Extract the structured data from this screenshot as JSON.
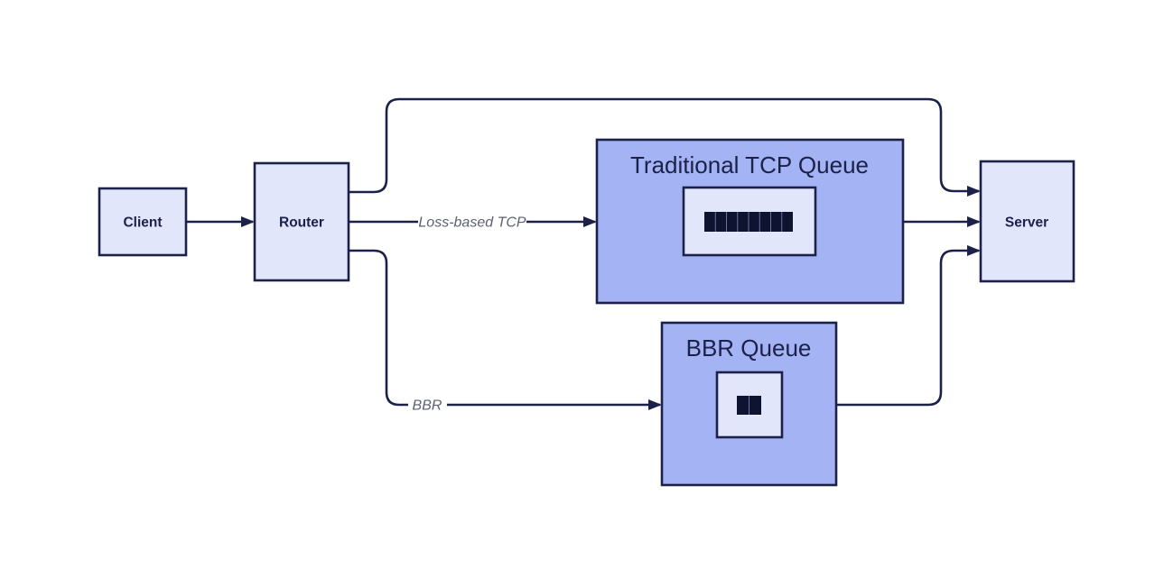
{
  "diagram": {
    "colors": {
      "background": "#ffffff",
      "line": "#1b2149",
      "node_fill": "#e2e6fa",
      "queue_fill": "#a3b3f3",
      "cell_fill": "#0e1330",
      "cell_divider": "#6a72a0",
      "edge_label": "#5d6070"
    },
    "nodes": {
      "client": {
        "label": "Client"
      },
      "router": {
        "label": "Router"
      },
      "server": {
        "label": "Server"
      },
      "traditional_queue": {
        "title": "Traditional TCP Queue",
        "packet_cells": 8
      },
      "bbr_queue": {
        "title": "BBR Queue",
        "packet_cells": 2
      }
    },
    "edges": {
      "router_to_traditional": {
        "label": "Loss-based TCP"
      },
      "router_to_bbr": {
        "label": "BBR"
      }
    }
  }
}
